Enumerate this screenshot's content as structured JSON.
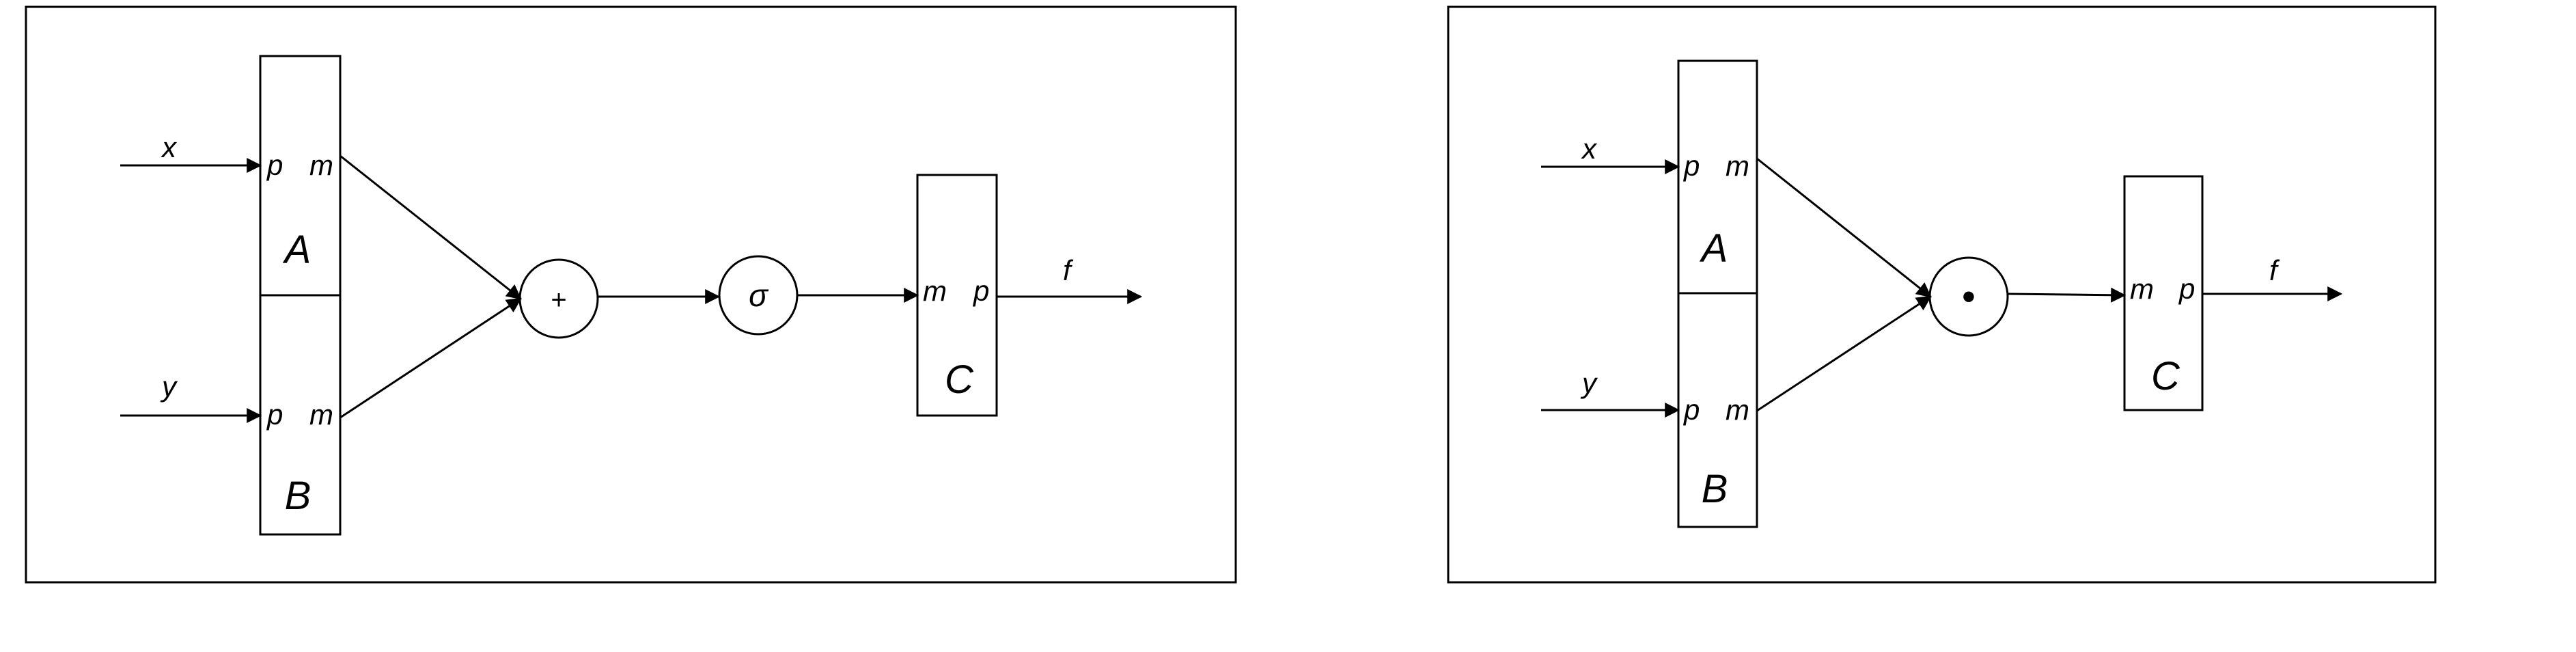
{
  "left_diagram": {
    "input_x": "x",
    "input_y": "y",
    "output": "f",
    "block_a": {
      "label": "A",
      "port_in": "p",
      "port_out": "m"
    },
    "block_b": {
      "label": "B",
      "port_in": "p",
      "port_out": "m"
    },
    "block_c": {
      "label": "C",
      "port_in": "m",
      "port_out": "p"
    },
    "sum_node": "+",
    "activation_node": "σ"
  },
  "right_diagram": {
    "input_x": "x",
    "input_y": "y",
    "output": "f",
    "block_a": {
      "label": "A",
      "port_in": "p",
      "port_out": "m"
    },
    "block_b": {
      "label": "B",
      "port_in": "p",
      "port_out": "m"
    },
    "block_c": {
      "label": "C",
      "port_in": "m",
      "port_out": "p"
    },
    "product_node": "•"
  },
  "colors": {
    "stroke": "#000000",
    "background": "#ffffff"
  }
}
